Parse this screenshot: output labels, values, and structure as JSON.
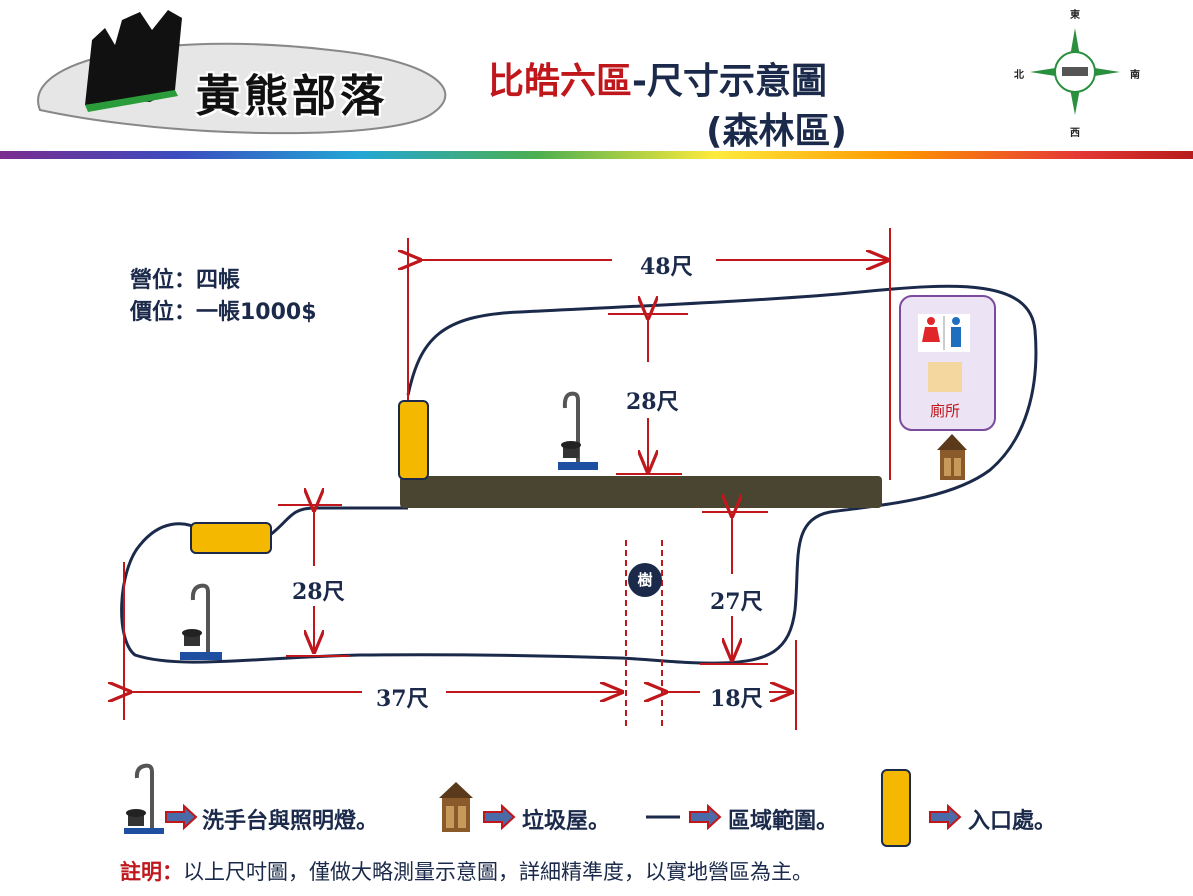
{
  "header": {
    "logo_text": "黃熊部落",
    "title_red": "比皓六區",
    "title_dark": "-尺寸示意圖",
    "subtitle": "(森林區)",
    "compass": {
      "east": "東",
      "west": "西",
      "north": "北",
      "south": "南"
    }
  },
  "info": {
    "sites": "營位：四帳",
    "price": "價位：一帳1000$"
  },
  "dimensions": {
    "top_width": "48尺",
    "upper_height": "28尺",
    "left_height": "28尺",
    "right_height": "27尺",
    "bottom_left_width": "37尺",
    "bottom_right_width": "18尺"
  },
  "labels": {
    "toilet": "廁所",
    "tree": "樹"
  },
  "legend": {
    "lamp": "洗手台與照明燈。",
    "trash": "垃圾屋。",
    "boundary": "區域範圍。",
    "entrance": "入口處。"
  },
  "note": {
    "label": "註明：",
    "text": "以上尺吋圖，僅做大略測量示意圖，詳細精準度，以實地營區為主。"
  },
  "colors": {
    "dimension_red": "#c0171c",
    "boundary_navy": "#1b2a4a",
    "entrance_yellow": "#f5b800",
    "platform": "#4a4530"
  }
}
